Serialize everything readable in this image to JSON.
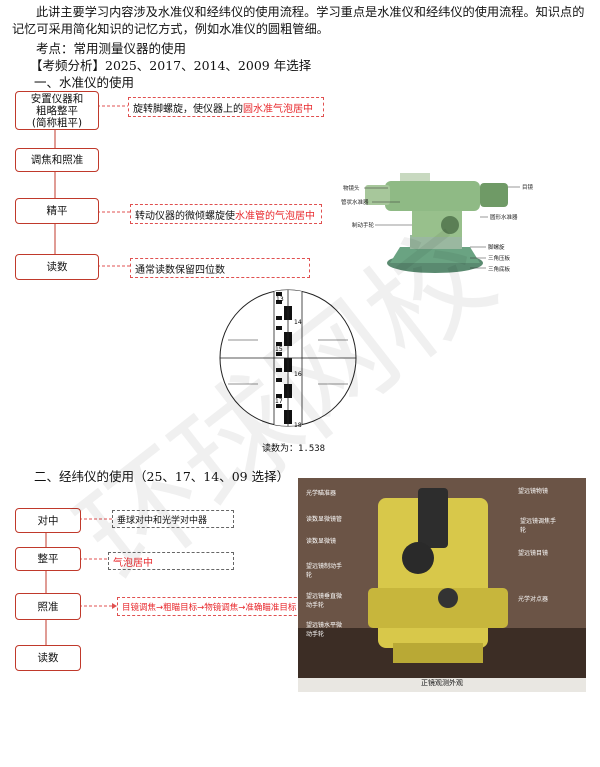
{
  "intro": {
    "text": "此讲主要学习内容涉及水准仪和经纬仪的使用流程。学习重点是水准仪和经纬仪的使用流程。知识点的记忆可采用简化知识的记忆方式，例如水准仪的圆粗管细。"
  },
  "kaodian": "考点：常用测量仪器的使用",
  "analysis": "【考频分析】2025、2017、2014、2009 年选择",
  "sec1": {
    "title": "一、水准仪的使用",
    "steps": [
      {
        "line1": "安置仪器和",
        "line2": "粗略整平",
        "line3": "(简称粗平)"
      },
      {
        "label": "调焦和照准"
      },
      {
        "label": "精平"
      },
      {
        "label": "读数"
      }
    ],
    "notes": [
      {
        "pre": "旋转脚螺旋，使仪器上的",
        "hl": "圆水准气泡居中"
      },
      {
        "pre": "转动仪器的微倾螺旋使",
        "hl": "水准管的气泡居中"
      },
      {
        "pre": "通常读数保留四位数",
        "hl": ""
      }
    ],
    "instrument_labels": [
      "物镜头",
      "管状水准器",
      "制动手轮",
      "目镜",
      "圆形水准器",
      "脚螺旋",
      "三角压板",
      "三角底板"
    ],
    "staff": {
      "numbers": [
        "13",
        "14",
        "15",
        "16",
        "17",
        "18"
      ],
      "reading": "读数为：1.538"
    }
  },
  "sec2": {
    "title": "二、经纬仪的使用（25、17、14、09 选择）",
    "steps": [
      {
        "label": "对中"
      },
      {
        "label": "整平"
      },
      {
        "label": "照准"
      },
      {
        "label": "读数"
      }
    ],
    "notes": [
      {
        "pre": "垂球对中和光学对中器",
        "hl": ""
      },
      {
        "pre": "",
        "hl": "气泡居中"
      },
      {
        "pre": "",
        "hl": "目镜调焦→粗瞄目标→物镜调焦→准确瞄准目标"
      }
    ],
    "photo": {
      "labels_left": [
        "光学瞄准器",
        "读数显微镜管",
        "读数显微镜",
        "望远镜制动手轮",
        "望远镜垂直微动手轮",
        "望远镜水平微动手轮"
      ],
      "labels_right": [
        "望远镜物镜",
        "望远镜调焦手轮",
        "望远镜目镜",
        "光学对点器"
      ],
      "caption": "正镜观测外观"
    }
  },
  "watermark": "环球网校"
}
